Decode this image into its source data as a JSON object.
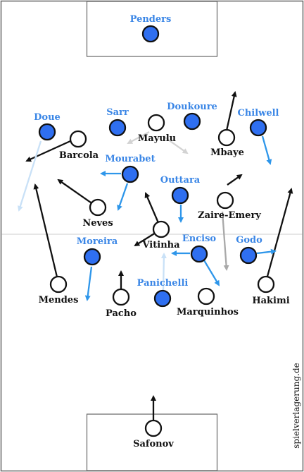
{
  "watermark": "spielverlagerung.de",
  "colors": {
    "blue_team": "#2f6ff0",
    "blue_label": "#3a86e6",
    "black_team": "#ffffff",
    "arrow_black": "#111111",
    "arrow_blue": "#2e96ea",
    "arrow_lightblue": "#c9e1f7",
    "arrow_gray": "#a9a9a9",
    "arrow_lightgray": "#d3d3d3"
  },
  "blue_players": [
    {
      "name": "Penders"
    },
    {
      "name": "Doue"
    },
    {
      "name": "Sarr"
    },
    {
      "name": "Doukoure"
    },
    {
      "name": "Chilwell"
    },
    {
      "name": "Mourabet"
    },
    {
      "name": "Outtara"
    },
    {
      "name": "Moreira"
    },
    {
      "name": "Enciso"
    },
    {
      "name": "Godo"
    },
    {
      "name": "Panichelli"
    }
  ],
  "black_players": [
    {
      "name": "Mayulu"
    },
    {
      "name": "Barcola"
    },
    {
      "name": "Mbaye"
    },
    {
      "name": "Neves"
    },
    {
      "name": "Zaire-Emery"
    },
    {
      "name": "Vitinha"
    },
    {
      "name": "Mendes"
    },
    {
      "name": "Pacho"
    },
    {
      "name": "Marquinhos"
    },
    {
      "name": "Hakimi"
    },
    {
      "name": "Safonov"
    }
  ]
}
